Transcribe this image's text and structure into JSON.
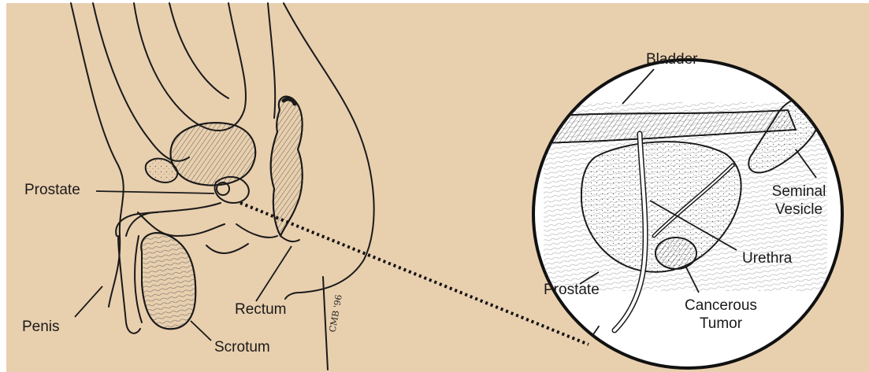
{
  "diagram": {
    "colors": {
      "background": "#E8CFAE",
      "ink": "#1A1A1A",
      "inset_fill": "#FFFFFF"
    },
    "labels": {
      "prostate_left": "Prostate",
      "penis": "Penis",
      "scrotum": "Scrotum",
      "rectum": "Rectum",
      "bladder": "Bladder",
      "seminal_vesicle_line1": "Seminal",
      "seminal_vesicle_line2": "Vesicle",
      "urethra": "Urethra",
      "prostate_inset": "Prostate",
      "cancerous_line1": "Cancerous",
      "cancerous_line2": "Tumor"
    },
    "artist_signature": "CMB '96"
  }
}
